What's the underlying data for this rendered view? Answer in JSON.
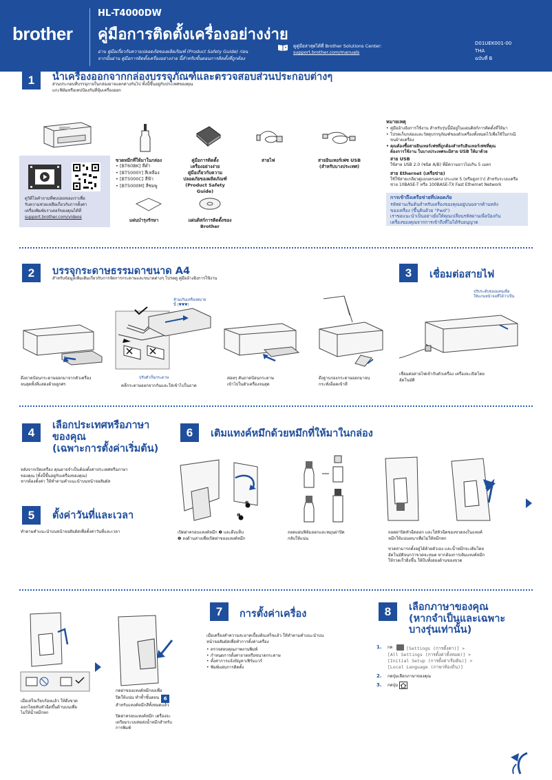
{
  "header": {
    "brand": "brother",
    "model": "HL-T4000DW",
    "title": "คู่มือการติดตั้งเครื่องอย่างง่าย",
    "safety_line1": "อ่าน คู่มือเกี่ยวกับความปลอดภัยของผลิตภัณฑ์ (Product Safety Guide) ก่อน",
    "safety_line2": "จากนั้นอ่าน คู่มือการติดตั้งเครื่องอย่างง่าย นี้สำหรับขั้นตอนการติดตั้งที่ถูกต้อง",
    "support_line1": "ดูคู่มือล่าสุดได้ที่ Brother Solutions Center:",
    "support_url": "support.brother.com/manuals",
    "doc_code": "D01UEK001-00",
    "lang": "THA",
    "version": "ฉบับที่ B"
  },
  "step1": {
    "num": "1",
    "title": "นำเครื่องออกจากกล่องบรรจุภัณฑ์และตรวจสอบส่วนประกอบต่างๆ",
    "desc1": "ส่วนประกอบที่บรรจุภายในกล่องอาจแตกต่างกันไป ทั้งนี้ขึ้นอยู่กับประเทศของคุณ",
    "desc2": "แกะฟิล์มหรือเทปป้องกันที่หุ้มเครื่องออก",
    "video_text1": "ดูวิดีโอคำถามที่พบบ่อยของเราเพื่อ",
    "video_text2": "รับความช่วยเหลือเกี่ยวกับการตั้งค่า",
    "video_text3": "เครื่องพิมพ์บราเดอร์ของคุณได้ที่",
    "video_url": "support.brother.com/videos",
    "ink_title": "ขวดหมึกที่ให้มาในกล่อง",
    "ink_items": [
      "[BT60BK] สีดำ",
      "[BT5000Y] สีเหลือง",
      "[BT5000C] สีฟ้า",
      "[BT5000M] สีชมพู"
    ],
    "guide_label1": "คู่มือการติดตั้ง",
    "guide_label2": "เครื่องอย่างง่าย",
    "guide_label3": "คู่มือเกี่ยวกับความ",
    "guide_label4": "ปลอดภัยของผลิตภัณฑ์",
    "guide_label5": "(Product Safety",
    "guide_label6": "Guide)",
    "power_label": "สายไฟ",
    "usb_label1": "สายอินเทอร์เฟซ USB",
    "usb_label2": "(สำหรับบางประเทศ)",
    "cloth_label": "แผ่นบำรุงรักษา",
    "disc_label1": "แผ่นดิสก์การติดตั้งของ",
    "disc_label2": "Brother",
    "note_title": "หมายเหตุ",
    "note1a": "คู่มืออ้างอิงการใช้งาน สำหรับรุ่นนี้มีอยู่ในแผ่นดิสก์การติดตั้งที่ให้มา",
    "note2a": "โปรดเก็บกล่องและวัสดุบรรจุภัณฑ์ของตัวเครื่องทั้งหมดไว้เพื่อใช้ในกรณี",
    "note2b": "ขนย้ายเครื่อง",
    "note3a": "คุณต้องซื้อสายอินเทอร์เฟซที่ถูกต้องสำหรับอินเทอร์เฟซที่คุณ",
    "note3b": "ต้องการใช้งาน ในบางประเทศจะมีสาย USB ให้มาด้วย",
    "usb_title": "สาย USB",
    "usb_desc": "ใช้สาย USB 2.0 (ชนิด A/B) ที่มีความยาวไม่เกิน 5 เมตร",
    "eth_title": "สาย Ethernet (เครือข่าย)",
    "eth_desc1": "ใช้ใช้สายเกลียวคู่แบบตรงตรง ประเภท 5 (หรือสูงกว่า) สำหรับระบบเครือ",
    "eth_desc2": "ข่าย 10BASE-T หรือ 100BASE-TX Fast Ethernet Network",
    "security_title": "การเข้าถึงเครือข่ายที่ปลอดภัย",
    "security1": "รหัสผ่านเริ่มต้นสำหรับเครื่องของคุณอยู่บนฉลากด้านหลัง",
    "security2": "ของเครื่อง (ขึ้นต้นด้วย \"Pwd\")",
    "security3": "เราขอแนะนำเป็นอย่างยิ่งให้คุณเปลี่ยนรหัสผ่านเพื่อป้องกัน",
    "security4": "เครื่องของคุณจากการเข้าถึงที่ไม่ได้รับอนุญาต"
  },
  "step2": {
    "num": "2",
    "title": "บรรจุกระดาษธรรมดาขนาด A4",
    "desc": "สำหรับข้อมูลเพิ่มเติมเกี่ยวกับการจัดการกระดาษและขนาดต่างๆ โปรดดู คู่มืออ้างอิงการใช้งาน",
    "tag_top": "ปรับตัวกั้นกระดาษ",
    "tag_line1": "ห้ามเกินเครื่องหมาย",
    "tag_line2": "นี้ (▼▼▼)",
    "cap1a": "ดึงถาดป้อนกระดาษออกมาจากตัวเครื่อง",
    "cap1b": "จนสุดทั้งที่แสดงด้วยลูกศร",
    "cap2": "คลี่กระดาษออกจากกันและใส่เข้าไปในถาด",
    "cap3a": "ค่อยๆ ดันถาดป้อนกระดาษ",
    "cap3b": "เข้าไปในตัวเครื่องจนสุด",
    "cap4a": "ดึงฐานรองกระดาษออกมาจน",
    "cap4b": "กระทั่งล็อคเข้าที่"
  },
  "step3": {
    "num": "3",
    "title": "เชื่อมต่อสายไฟ",
    "tag1": "ปรับระดับของแคนเพื่อ",
    "tag2": "ให้แกนหน้าจอที่ได้ว่าเป็น",
    "cap1": "เชื่อมต่อสายไฟเข้ากับตัวเครื่อง เครื่องจะเปิดโดย",
    "cap2": "อัตโนมัติ"
  },
  "step4": {
    "num": "4",
    "title1": "เลือกประเทศหรือภาษา",
    "title2": "ของคุณ",
    "title3": "(เฉพาะการตั้งค่าเริ่มต้น)",
    "desc1": "หลังจากเปิดเครื่อง คุณอาจจำเป็นต้องตั้งค่าประเทศหรือภาษา",
    "desc2": "ของคุณ (ทั้งนี้ขึ้นอยู่กับเครื่องของคุณ)",
    "desc3": "หากต้องตั้งค่า ให้ทำตามคำแนะนำบนหน้าจอสัมผัส"
  },
  "step5": {
    "num": "5",
    "title": "ตั้งค่าวันที่และเวลา",
    "desc": "ทำตามคำแนะนำบนหน้าจอสัมผัสเพื่อตั้งค่าวันที่และเวลา"
  },
  "step6": {
    "num": "6",
    "title": "เติมแทงค์หมึกด้วยหมึกที่ให้มาในกล่อง",
    "cap1a": "เปิดฝาครอบแทงค์หมึก ❶ และดึงแท็บ",
    "cap1b": "❷ ลงด้านล่างเพื่อเปิดฝาของแทงค์หมึก",
    "cap2a": "ถอดแผ่นฟิล์มออกและหมุนฝาปิด",
    "cap2b": "กลับให้แน่น",
    "cap3a": "ถอดฝาปิดหัวฉีดออก และใส่หัวฉีดของขวดลงในแทงค์",
    "cap3b": "หมึกให้แน่นหนาเพื่อไม่ให้หมึกหก",
    "cap3c": "ขวดสามารถตั้งอยู่ได้ด้วยตัวเอง และน้ำหมึกจะเติมโดย",
    "cap3d": "อัตโนมัติจนกว่าขวดจะหมด หากต้องการเติมแทงค์หมึก",
    "cap3e": "ให้รวดเร็วยิ่งขึ้น ให้บีบทั้งสองด้านของขวด",
    "bubble1": "❶",
    "bubble2": "❷"
  },
  "step7": {
    "num": "7",
    "title": "การตั้งค่าเครื่อง",
    "desc1": "เมื่อเครื่องทำความสะอาดเบื้องต้นเสร็จแล้ว ให้ทำตามคำแนะนำบน",
    "desc2": "หน้าจอสัมผัสเพื่อทำการตั้งค่าเครื่อง",
    "items": [
      "ตรวจสอบคุณภาพงานพิมพ์",
      "กำหนดการตั้งค่าถาดหรือขนาดกระดาษ",
      "ตั้งค่าการแจ้งปัญหาเฟิร์มแวร์",
      "พิมพ์แผ่นการติดตั้ง"
    ]
  },
  "bottom": {
    "cap_left1": "เมื่อเสร็จเรียบร้อยแล้ว ให้ดึงขวด",
    "cap_left2": "ออกโดยหันหัวฉีดขึ้นด้านบนเพื่อ",
    "cap_left3": "ไม่ให้น้ำหมึกหก",
    "cap_mid1": "กดฝาของแทงค์หมึกลงเพื่อ",
    "cap_mid2": "ปิดให้แน่น ทำซ้ำขั้นตอน",
    "cap_mid_step": "6",
    "cap_mid3": "สำหรับแทงค์หมึกสีทั้งหมดแล้ว",
    "cap_mid4": "ปิดฝาครอบแทงค์หมึก เครื่องจะ",
    "cap_mid5": "เตรียมระบบท่อส่งน้ำหมึกสำหรับ",
    "cap_mid6": "การพิมพ์"
  },
  "step8": {
    "num": "8",
    "title1": "เลือกภาษาของคุณ",
    "title2": "(หากจำเป็นและเฉพาะ",
    "title3": "บางรุ่นเท่านั้น)",
    "s1_num": "1.",
    "s1_pre": "กด",
    "s1_a": "[Settings (การตั้งค่า)] >",
    "s1_b": "[All Settings (การตั้งค่าทั้งหมด)] >",
    "s1_c": "[Initial Setup (การตั้งค่าเริ่มต้น)] >",
    "s1_d": "[Local Language (ภาษาท้องถิ่น)]",
    "s2_num": "2.",
    "s2": "กดปุ่มเลือกภาษาของคุณ",
    "s3_num": "3.",
    "s3": "กดปุ่ม"
  },
  "colors": {
    "brand_blue": "#1f4e9c",
    "panel_lavender": "#dcdff0",
    "note_blue": "#dde4f2"
  }
}
